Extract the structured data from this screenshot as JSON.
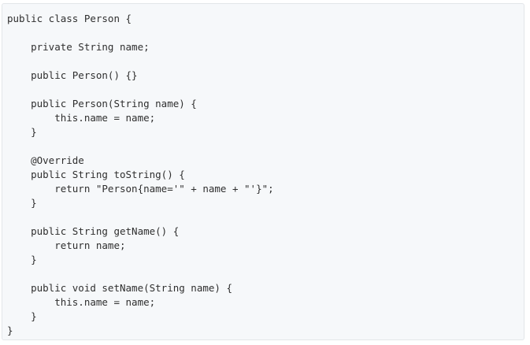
{
  "code": {
    "language": "java",
    "lines": [
      "public class Person {",
      "",
      "    private String name;",
      "",
      "    public Person() {}",
      "",
      "    public Person(String name) {",
      "        this.name = name;",
      "    }",
      "",
      "    @Override",
      "    public String toString() {",
      "        return \"Person{name='\" + name + \"'}\";",
      "    }",
      "",
      "    public String getName() {",
      "        return name;",
      "    }",
      "",
      "    public void setName(String name) {",
      "        this.name = name;",
      "    }",
      "}"
    ]
  }
}
